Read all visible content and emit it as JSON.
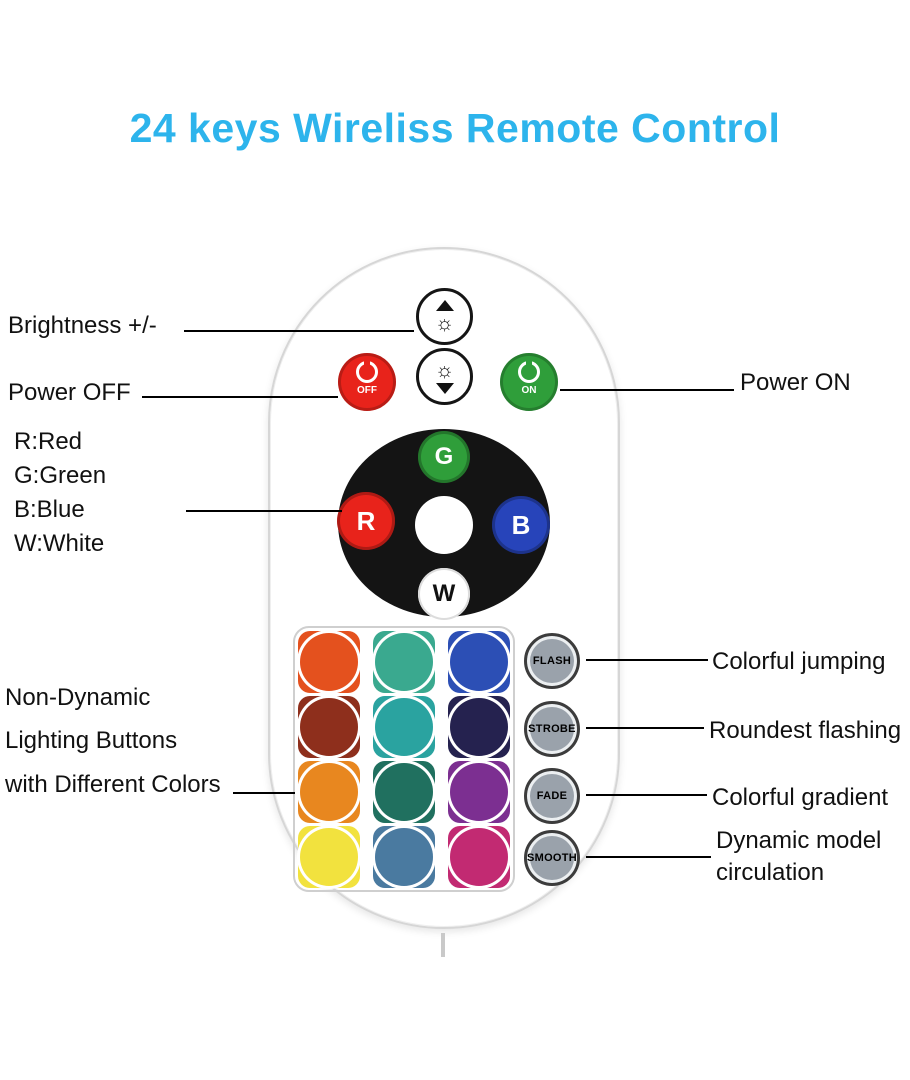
{
  "title": "24 keys Wireliss Remote Control",
  "theme": {
    "title_color": "#2db4ec",
    "label_color": "#111111",
    "line_color": "#000000",
    "dpad_bg": "#141414",
    "mode_btn_bg": "#9aa2ab",
    "remote_border": "#d6d6d6"
  },
  "icons": {
    "sun": "☼"
  },
  "annotations": {
    "left": {
      "brightness": "Brightness +/-",
      "power_off": "Power OFF",
      "rgbw": [
        "R:Red",
        "G:Green",
        "B:Blue",
        "W:White"
      ],
      "non_dynamic": [
        "Non-Dynamic",
        "Lighting Buttons",
        "with Different Colors"
      ]
    },
    "right": {
      "power_on": "Power ON",
      "flash": "Colorful jumping",
      "strobe": "Roundest flashing",
      "fade": "Colorful gradient",
      "smooth": [
        "Dynamic model",
        "circulation"
      ]
    }
  },
  "remote": {
    "power_off": {
      "label": "OFF",
      "color": "#e8231b"
    },
    "power_on": {
      "label": "ON",
      "color": "#2f9e3a"
    },
    "dpad": {
      "up": {
        "label": "G",
        "color": "#2f9e3a"
      },
      "left": {
        "label": "R",
        "color": "#e8231b"
      },
      "right": {
        "label": "B",
        "color": "#2744ba"
      },
      "down": {
        "label": "W",
        "color": "#ffffff"
      }
    },
    "mode_buttons": [
      "FLASH",
      "STROBE",
      "FADE",
      "SMOOTH"
    ],
    "color_grid": [
      [
        "#e4511e",
        "#3aa98f",
        "#2c4fb5"
      ],
      [
        "#8e2f1c",
        "#2aa3a0",
        "#25224f"
      ],
      [
        "#e8871f",
        "#20705f",
        "#7c2f91"
      ],
      [
        "#f2e23e",
        "#4a7aa0",
        "#c22a72"
      ]
    ]
  }
}
